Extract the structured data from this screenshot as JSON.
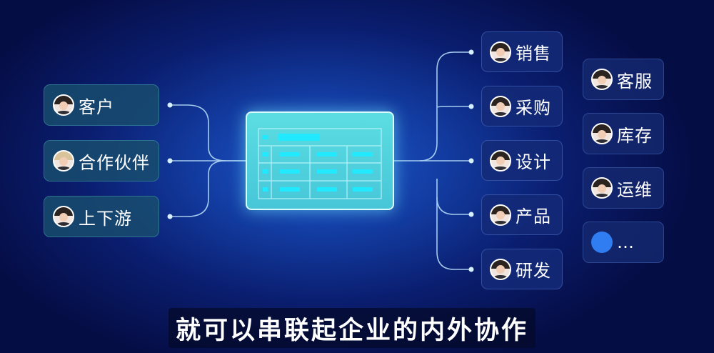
{
  "left_nodes": [
    {
      "label": "客户",
      "icon": "female-avatar-icon"
    },
    {
      "label": "合作伙伴",
      "icon": "blonde-avatar-icon"
    },
    {
      "label": "上下游",
      "icon": "male-avatar-icon"
    }
  ],
  "right_nodes": [
    {
      "label": "销售",
      "icon": "male-avatar-icon"
    },
    {
      "label": "采购",
      "icon": "male-avatar-icon"
    },
    {
      "label": "设计",
      "icon": "male-avatar-icon"
    },
    {
      "label": "产品",
      "icon": "female-avatar-icon"
    },
    {
      "label": "研发",
      "icon": "male-avatar-icon"
    }
  ],
  "far_nodes": [
    {
      "label": "客服",
      "icon": "female-avatar-icon"
    },
    {
      "label": "库存",
      "icon": "female-avatar-icon"
    },
    {
      "label": "运维",
      "icon": "male-avatar-icon"
    },
    {
      "label": "…",
      "icon": "blue-dot-icon"
    }
  ],
  "center": {
    "icon": "spreadsheet-table-icon",
    "accent": "#22e8ff"
  },
  "caption": "就可以串联起企业的内外协作",
  "colors": {
    "left_card": "#194e6e",
    "right_card": "#142a78",
    "table": "#5cdde2",
    "accent": "#2f7df0"
  }
}
